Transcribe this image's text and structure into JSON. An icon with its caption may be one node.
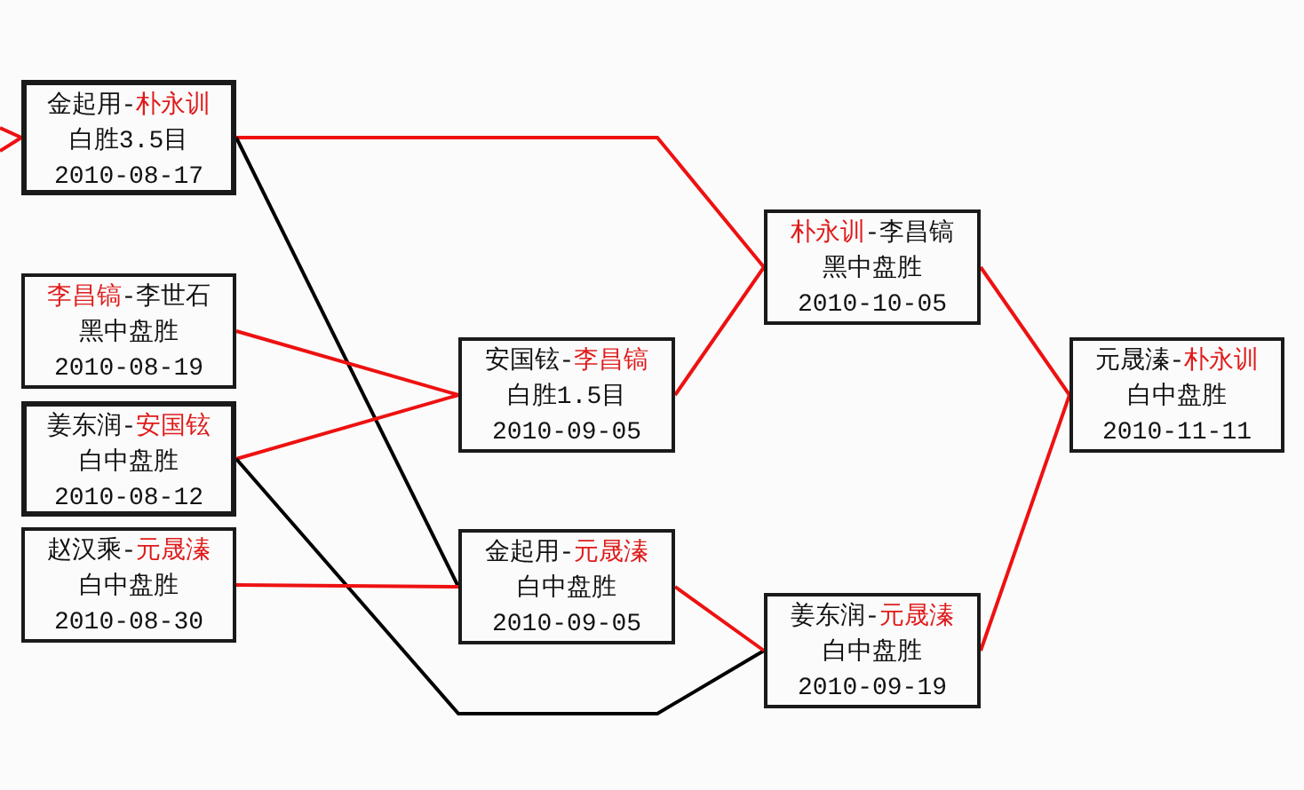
{
  "diagram": {
    "nodes": [
      {
        "text": [
          "金起用-朴永训",
          "白胜3.5目",
          "2010-08-17"
        ]
      },
      {
        "text": [
          "李昌镐-李世石",
          "黑中盘胜",
          "2010-08-19"
        ]
      },
      {
        "text": [
          "姜东润-安国铉",
          "白中盘胜",
          "2010-08-12"
        ]
      },
      {
        "text": [
          "赵汉乘-元晟溱",
          "白中盘胜",
          "2010-08-30"
        ]
      },
      {
        "text": [
          "安国铉-李昌镐",
          "白胜1.5目",
          "2010-09-05"
        ]
      },
      {
        "text": [
          "金起用-元晟溱",
          "白中盘胜",
          "2010-09-05"
        ]
      },
      {
        "text": [
          "朴永训-李昌镐",
          "黑中盘胜",
          "2010-10-05"
        ]
      },
      {
        "text": [
          "姜东润-元晟溱",
          "白中盘胜",
          "2010-09-19"
        ]
      },
      {
        "text": [
          "元晟溱-朴永训",
          "白中盘胜",
          "2010-11-11"
        ]
      }
    ],
    "edges": [
      {
        "from": null,
        "to": 0,
        "arrow": "none"
      },
      {
        "from": null,
        "to": 0,
        "arrow": "none"
      },
      {
        "from": 0,
        "to": 6,
        "arrow": "none"
      },
      {
        "from": 0,
        "to": 5,
        "arrow": "none",
        "color": "#000000"
      },
      {
        "from": 1,
        "to": 4,
        "arrow": "none"
      },
      {
        "from": 2,
        "to": 4,
        "arrow": "none"
      },
      {
        "from": 2,
        "to": 7,
        "arrow": "none",
        "color": "#000000"
      },
      {
        "from": 3,
        "to": 5,
        "arrow": "none"
      },
      {
        "from": 4,
        "to": 6,
        "arrow": "none"
      },
      {
        "from": 5,
        "to": 7,
        "arrow": "none"
      },
      {
        "from": 6,
        "to": 8,
        "arrow": "none"
      },
      {
        "from": 7,
        "to": 8,
        "arrow": "none"
      }
    ]
  }
}
